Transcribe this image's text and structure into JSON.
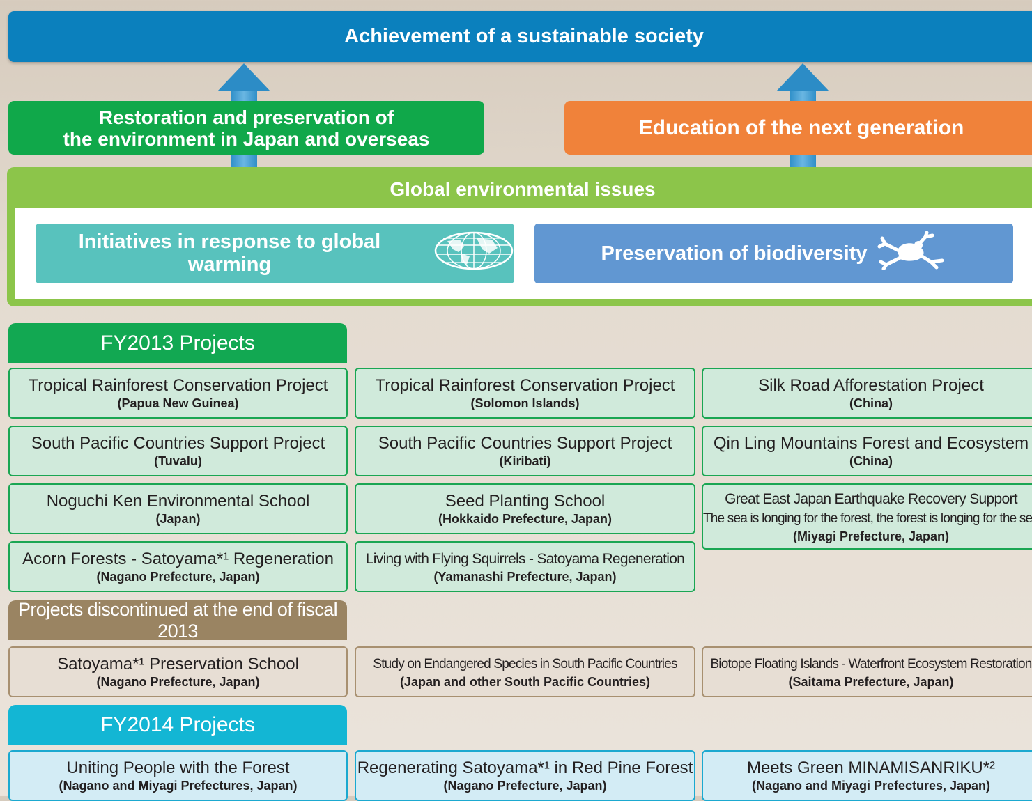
{
  "top_banner": "Achievement of a sustainable society",
  "goals": {
    "green_line1": "Restoration and preservation of",
    "green_line2": "the environment in Japan and overseas",
    "orange": "Education of the next generation"
  },
  "issues": {
    "title": "Global environmental issues",
    "global_warming": "Initiatives in response to global warming",
    "biodiversity": "Preservation of biodiversity"
  },
  "colors": {
    "banner_blue": "#0b80bd",
    "green": "#10a84a",
    "orange": "#f0823a",
    "light_green": "#8cc54a",
    "teal": "#58c2bd",
    "blue": "#6197d2",
    "brown": "#9a8462",
    "cyan": "#13b6d4"
  },
  "sections": {
    "fy2013": "FY2013 Projects",
    "discontinued": "Projects discontinued at the end of fiscal 2013",
    "fy2014": "FY2014 Projects"
  },
  "fy2013_projects": [
    {
      "title": "Tropical Rainforest Conservation Project",
      "sub": "(Papua New Guinea)"
    },
    {
      "title": "Tropical Rainforest Conservation Project",
      "sub": "(Solomon Islands)"
    },
    {
      "title": "Silk Road Afforestation Project",
      "sub": "(China)"
    },
    {
      "title": "South Pacific Countries Support Project",
      "sub": "(Tuvalu)"
    },
    {
      "title": "South Pacific Countries Support Project",
      "sub": "(Kiribati)"
    },
    {
      "title": "Qin Ling Mountains Forest and Ecosystem",
      "sub": "(China)"
    },
    {
      "title": "Noguchi Ken Environmental School",
      "sub": "(Japan)"
    },
    {
      "title": "Seed Planting School",
      "sub": "(Hokkaido Prefecture, Japan)"
    },
    {
      "title": "Great East Japan Earthquake Recovery Support",
      "title2": "The sea is longing for the forest, the forest is longing for the sea",
      "sub": "(Miyagi Prefecture, Japan)"
    },
    {
      "title": "Acorn Forests - Satoyama*¹ Regeneration",
      "sub": "(Nagano Prefecture, Japan)"
    },
    {
      "title": "Living with Flying Squirrels - Satoyama Regeneration",
      "sub": "(Yamanashi Prefecture, Japan)"
    }
  ],
  "discontinued_projects": [
    {
      "title": "Satoyama*¹ Preservation School",
      "sub": "(Nagano Prefecture, Japan)"
    },
    {
      "title": "Study on Endangered Species in South Pacific Countries",
      "sub": "(Japan and other South Pacific Countries)"
    },
    {
      "title": "Biotope Floating Islands - Waterfront Ecosystem Restoration",
      "sub": "(Saitama Prefecture, Japan)"
    }
  ],
  "fy2014_projects": [
    {
      "title": "Uniting People with the Forest",
      "sub": "(Nagano and Miyagi Prefectures, Japan)"
    },
    {
      "title": "Regenerating Satoyama*¹ in Red Pine Forest",
      "sub": "(Nagano Prefecture, Japan)"
    },
    {
      "title": "Meets Green MINAMISANRIKU*²",
      "sub": "(Nagano and Miyagi Prefectures, Japan)"
    }
  ]
}
